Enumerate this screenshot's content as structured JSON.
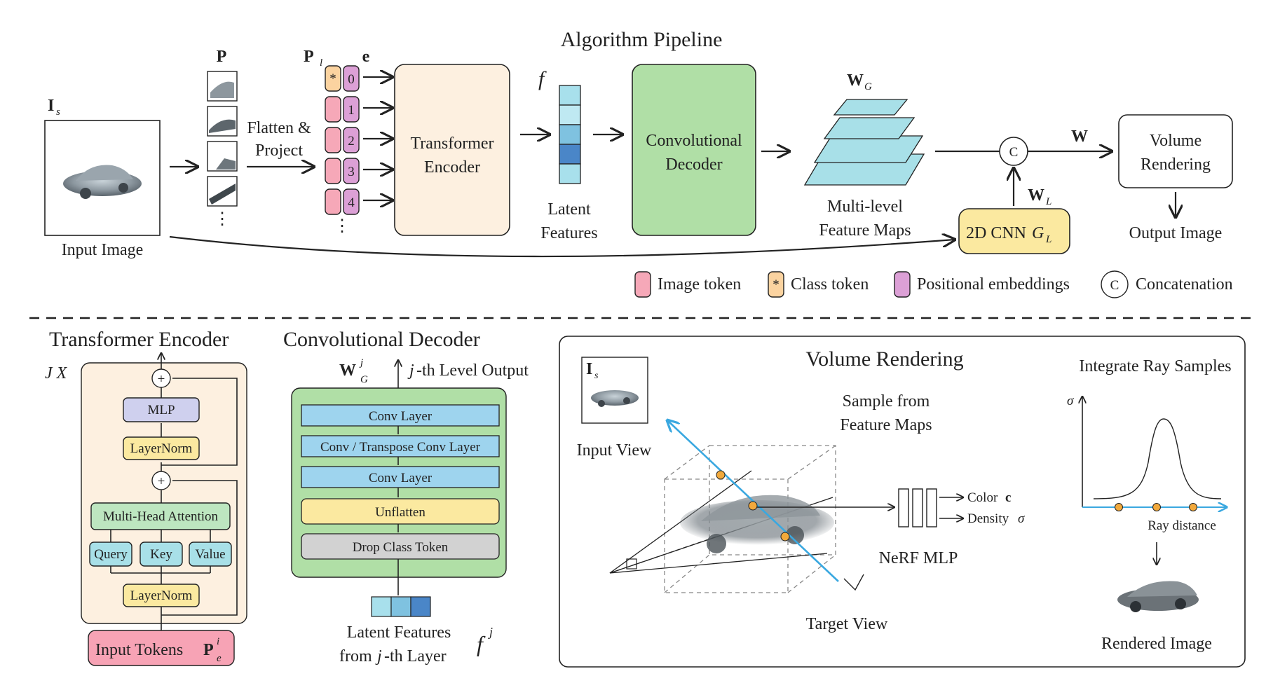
{
  "top": {
    "title": "Algorithm Pipeline",
    "is_label": "I",
    "is_sub": "s",
    "input_image_label": "Input Image",
    "p_label": "P",
    "pl_label": "P",
    "pl_sub": "l",
    "e_label": "e",
    "flatten_project": [
      "Flatten &",
      "Project"
    ],
    "class_token_symbol": "*",
    "pos_numbers": [
      "0",
      "1",
      "2",
      "3",
      "4"
    ],
    "dots": "⋮",
    "transformer_encoder": [
      "Transformer",
      "Encoder"
    ],
    "f_label": "f",
    "latent_features": [
      "Latent",
      "Features"
    ],
    "conv_decoder": [
      "Convolutional",
      "Decoder"
    ],
    "wg_label": "W",
    "wg_sub": "G",
    "multi_level": [
      "Multi-level",
      "Feature Maps"
    ],
    "concat_symbol": "C",
    "w_label": "W",
    "wl_label": "W",
    "wl_sub": "L",
    "cnn_label": "2D CNN",
    "cnn_g": "G",
    "cnn_sub": "L",
    "volume_rendering": [
      "Volume",
      "Rendering"
    ],
    "output_image": "Output Image"
  },
  "legend": {
    "image_token": "Image token",
    "class_token_symbol": "*",
    "class_token": "Class token",
    "positional": "Positional embeddings",
    "concat_symbol": "C",
    "concatenation": "Concatenation"
  },
  "encoder": {
    "title": "Transformer Encoder",
    "jx": "J X",
    "plus": "+",
    "mlp": "MLP",
    "layernorm": "LayerNorm",
    "mha": "Multi-Head Attention",
    "query": "Query",
    "key": "Key",
    "value": "Value",
    "input_tokens": "Input Tokens",
    "pe_label": "P",
    "pe_sup": "i",
    "pe_sub": "e"
  },
  "decoder": {
    "title": "Convolutional Decoder",
    "wgj_label": "W",
    "wgj_sup": "j",
    "wgj_sub": "G",
    "level_output": "-th Level Output",
    "j": "j",
    "layers": [
      "Conv Layer",
      "Conv / Transpose Conv Layer",
      "Conv Layer",
      "Unflatten",
      "Drop Class Token"
    ],
    "latent": [
      "Latent Features",
      "from",
      "-th Layer"
    ],
    "fj_label": "f",
    "fj_sup": "j"
  },
  "volume": {
    "title": "Volume Rendering",
    "is_label": "I",
    "is_sub": "s",
    "input_view": "Input View",
    "sample": [
      "Sample from",
      "Feature Maps"
    ],
    "color": "Color",
    "color_bold": "c",
    "density": "Density",
    "sigma": "σ",
    "nerf": "NeRF MLP",
    "target_view": "Target View",
    "integrate": "Integrate Ray Samples",
    "ray_distance": "Ray distance",
    "rendered": "Rendered Image"
  },
  "colors": {
    "pink": "#f6a8b8",
    "orange": "#fbd3a0",
    "purple": "#dca0d6",
    "peach": "#fdf0e0",
    "green": "#b0dfa6",
    "cyan": "#a8e0e8",
    "blue": "#9ed4ee",
    "dark_blue": "#4a86c8",
    "yellow": "#fbe9a0",
    "lavender": "#cfd0ee",
    "mint": "#bde6c0",
    "ray_blue": "#3aa8e0",
    "sample_orange": "#f2a93c"
  }
}
